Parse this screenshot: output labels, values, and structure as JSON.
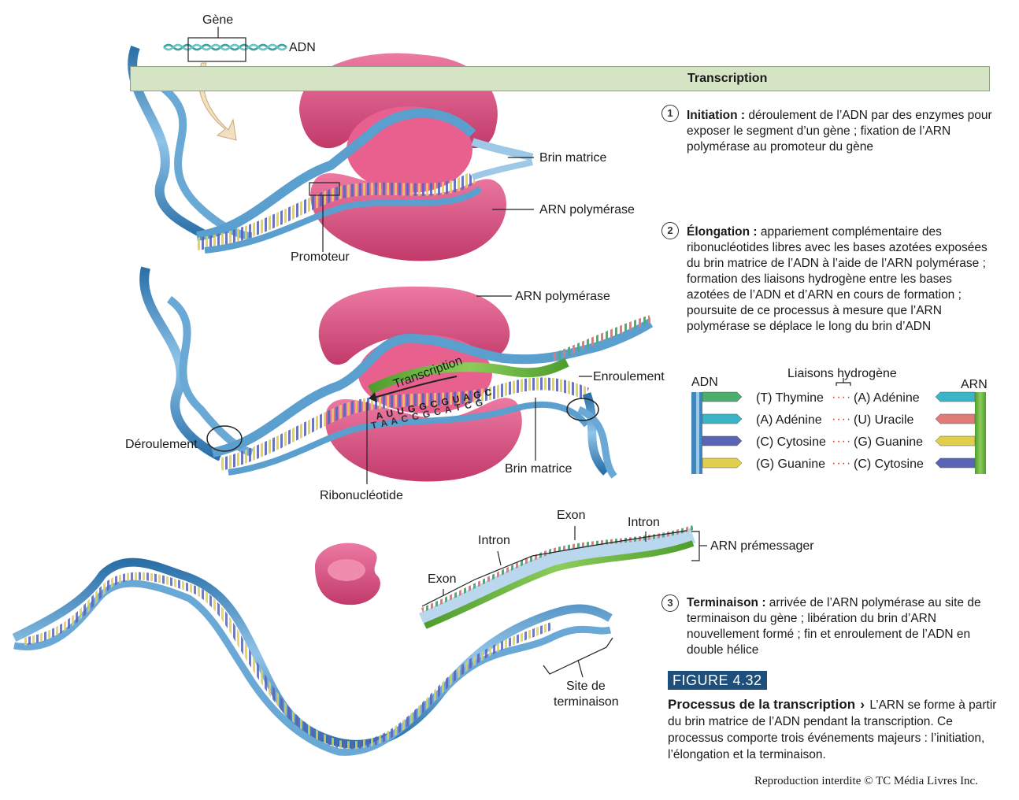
{
  "header": {
    "title": "Transcription"
  },
  "labels": {
    "gene": "Gène",
    "adn_top": "ADN",
    "brin_matrice_1": "Brin matrice",
    "arn_polymerase_1": "ARN polymérase",
    "promoteur": "Promoteur",
    "arn_polymerase_2": "ARN polymérase",
    "transcription_arrow": "Transcription",
    "enroulement": "Enroulement",
    "deroulement": "Déroulement",
    "brin_matrice_2": "Brin matrice",
    "ribonucleotide": "Ribonucléotide",
    "exon_1": "Exon",
    "intron_1": "Intron",
    "exon_2": "Exon",
    "intron_2": "Intron",
    "arn_premessager": "ARN prémessager",
    "site_terminaison_1": "Site de",
    "site_terminaison_2": "terminaison",
    "rna_sequence": "A U U G G C G U A G C",
    "dna_sequence": "T A A C C G C A T C G"
  },
  "steps": [
    {
      "number": "1",
      "title": "Initiation :",
      "text": " déroulement de l’ADN par des enzymes pour exposer le segment d’un gène ; fixation de l’ARN polymérase au promoteur du gène"
    },
    {
      "number": "2",
      "title": "Élongation :",
      "text": " appariement complémentaire des ribonucléotides libres avec les bases azotées exposées du brin matrice de l’ADN à l’aide de l’ARN polymérase ; formation des liaisons hydrogène entre les bases azotées de l’ADN et d’ARN en cours de formation ; poursuite de ce processus à mesure que l’ARN polymérase se déplace le long du brin d’ADN"
    },
    {
      "number": "3",
      "title": "Terminaison :",
      "text": " arrivée de l’ARN polymérase au site de terminaison du gène ; libération du brin d’ARN nouvellement formé ; fin et enroulement de l’ADN en double hélice"
    }
  ],
  "legend": {
    "adn": "ADN",
    "arn": "ARN",
    "title": "Liaisons hydrogène",
    "rows": [
      {
        "left": "(T) Thymine",
        "right": "(A) Adénine",
        "left_color": "#4caf6e",
        "right_color": "#3ab5c8"
      },
      {
        "left": "(A) Adénine",
        "right": "(U) Uracile",
        "left_color": "#3ab5c8",
        "right_color": "#e07b78"
      },
      {
        "left": "(C) Cytosine",
        "right": "(G) Guanine",
        "left_color": "#5a64b4",
        "right_color": "#e0cf4a"
      },
      {
        "left": "(G) Guanine",
        "right": "(C) Cytosine",
        "left_color": "#e0cf4a",
        "right_color": "#5a64b4"
      }
    ]
  },
  "figure": {
    "badge": "FIGURE 4.32",
    "caption_title": "Processus de la transcription",
    "caption_arrow": "›",
    "caption_text": " L’ARN se forme à partir du brin matrice de l’ADN pendant la transcription. Ce processus comporte trois événements majeurs : l’initiation, l’élongation et la terminaison."
  },
  "copyright": "Reproduction interdite © TC Média Livres Inc.",
  "colors": {
    "polymerase": "#d94f7e",
    "dna_backbone": "#5b9fcf",
    "rna_strand": "#8bc34a",
    "header_bg": "#d5e4c4",
    "badge_bg": "#1d4f7a"
  }
}
